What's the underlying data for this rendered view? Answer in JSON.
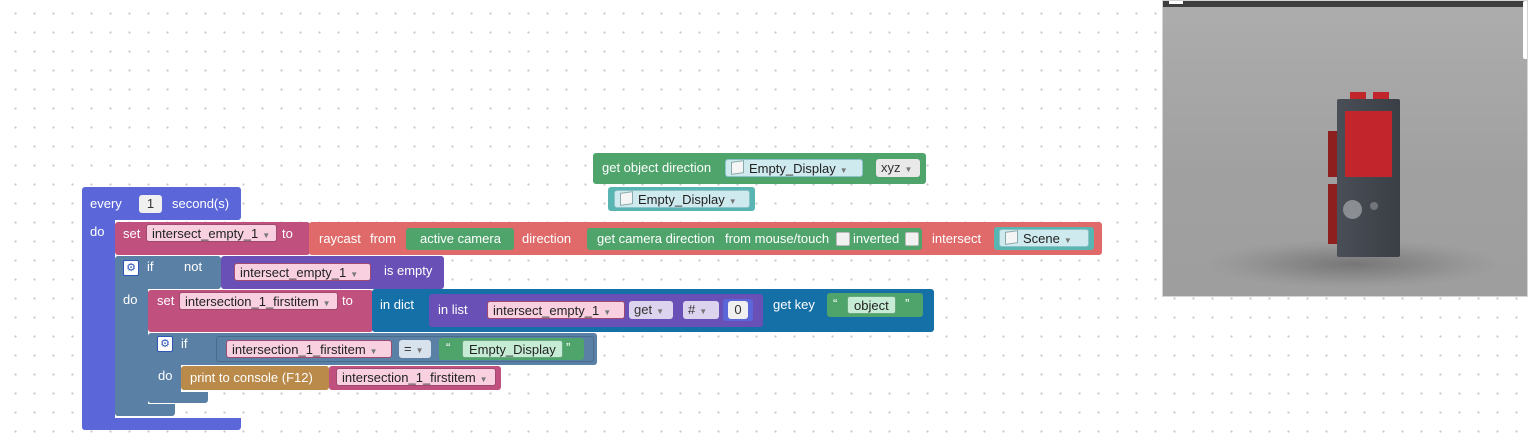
{
  "every": {
    "label": "every",
    "value": "1",
    "unit": "second(s)",
    "do": "do"
  },
  "set1": {
    "set": "set",
    "var": "intersect_empty_1",
    "to": "to"
  },
  "raycast": {
    "label": "raycast",
    "from": "from",
    "from_value": "active camera",
    "direction": "direction",
    "camdir": "get camera direction",
    "from_touch": "from mouse/touch",
    "inverted": "inverted",
    "intersect": "intersect",
    "scene": "Scene"
  },
  "if1": {
    "if": "if",
    "not": "not",
    "var": "intersect_empty_1",
    "is_empty": "is empty",
    "do": "do"
  },
  "set2": {
    "set": "set",
    "var": "intersection_1_firstitem",
    "to": "to"
  },
  "dict": {
    "in_dict": "in dict",
    "in_list": "in list",
    "list_var": "intersect_empty_1",
    "get": "get",
    "hash": "#",
    "index": "0",
    "get_key": "get key",
    "key": "object"
  },
  "if2": {
    "if": "if",
    "var": "intersection_1_firstitem",
    "op": "=",
    "string": "Empty_Display",
    "do": "do"
  },
  "print": {
    "label": "print to console (F12)",
    "var": "intersection_1_firstitem"
  },
  "objdir": {
    "label": "get object direction",
    "object": "Empty_Display",
    "axis": "xyz"
  },
  "objblock": {
    "object": "Empty_Display"
  },
  "quote_open": "“",
  "quote_close": "”",
  "dropdown_icon": "triangle-down-icon",
  "colors": {
    "event": "#5b67d8",
    "var": "#c0507e",
    "sensor": "#e06a6a",
    "green": "#4ea46b",
    "logic": "#5b80a5",
    "dict": "#1670a8",
    "list": "#6950b6",
    "print": "#b98a49",
    "teal": "#59b5b2"
  }
}
